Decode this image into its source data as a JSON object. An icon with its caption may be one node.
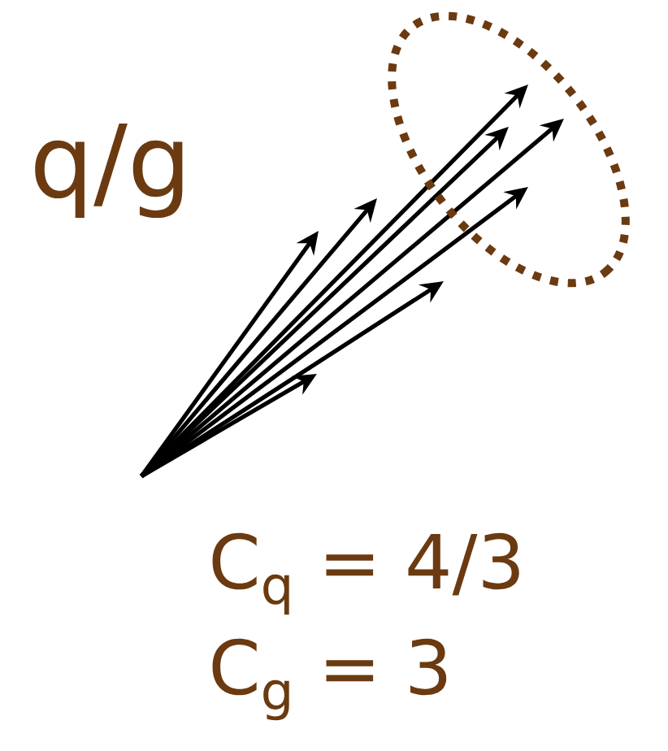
{
  "diagram": {
    "labels": [
      "q/g",
      "C$_{q}$ = 4/3",
      "C$_{g}$ = 3"
    ]
  }
}
